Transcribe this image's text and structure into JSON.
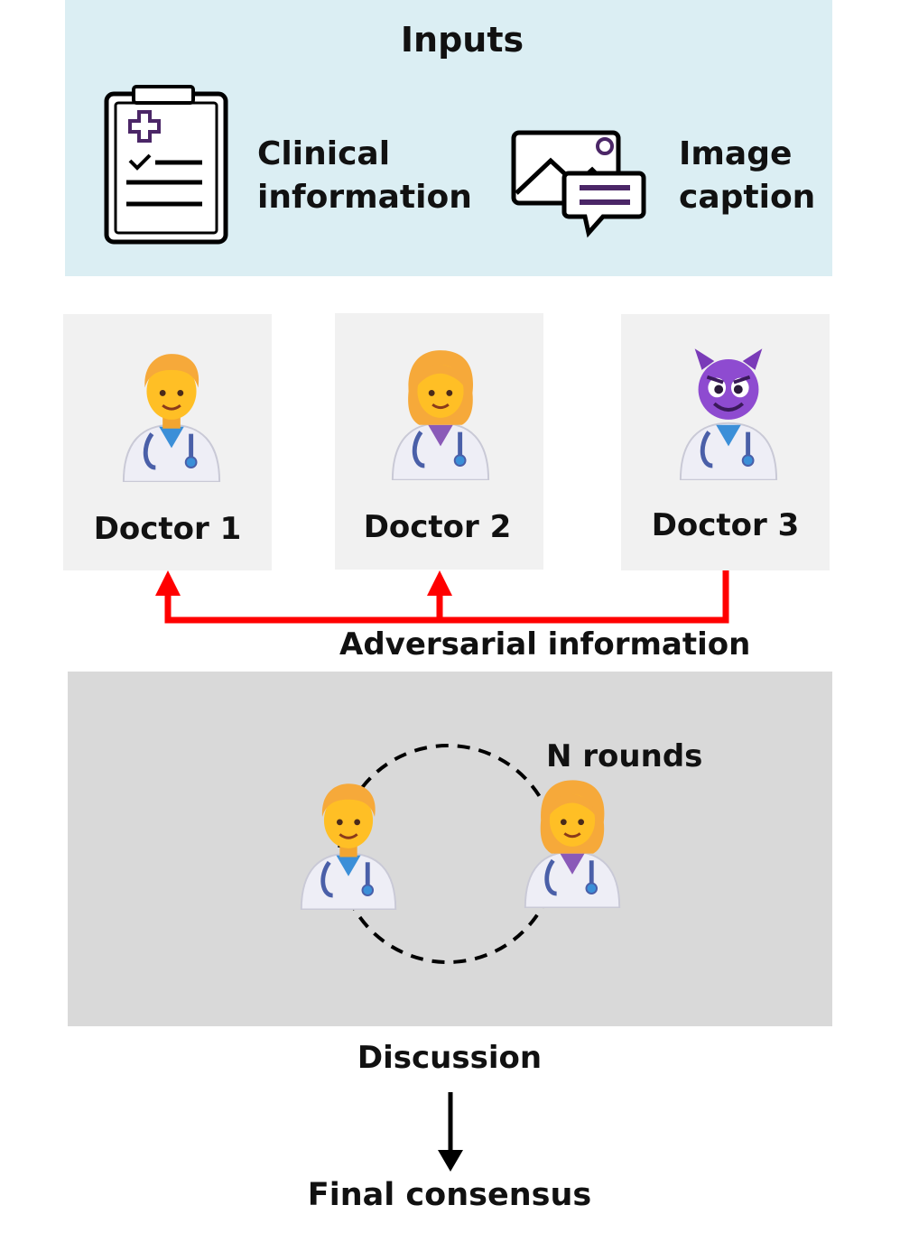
{
  "inputs": {
    "title": "Inputs",
    "clinical_line1": "Clinical",
    "clinical_line2": "information",
    "caption_line1": "Image",
    "caption_line2": "caption"
  },
  "doctors": [
    {
      "label": "Doctor 1"
    },
    {
      "label": "Doctor 2"
    },
    {
      "label": "Doctor 3"
    }
  ],
  "adversarial_label": "Adversarial information",
  "discussion": {
    "rounds_label": "N rounds",
    "label": "Discussion"
  },
  "final_label": "Final consensus",
  "colors": {
    "inputs_bg": "#dbeef3",
    "doctor_card_bg": "#f1f1f1",
    "discussion_bg": "#d9d9d9",
    "adversarial_arrow": "#ff0000",
    "accent_purple": "#4b2667"
  },
  "icons": [
    "clipboard-icon",
    "image-caption-icon",
    "male-doctor-icon",
    "female-doctor-icon",
    "devil-doctor-icon"
  ]
}
